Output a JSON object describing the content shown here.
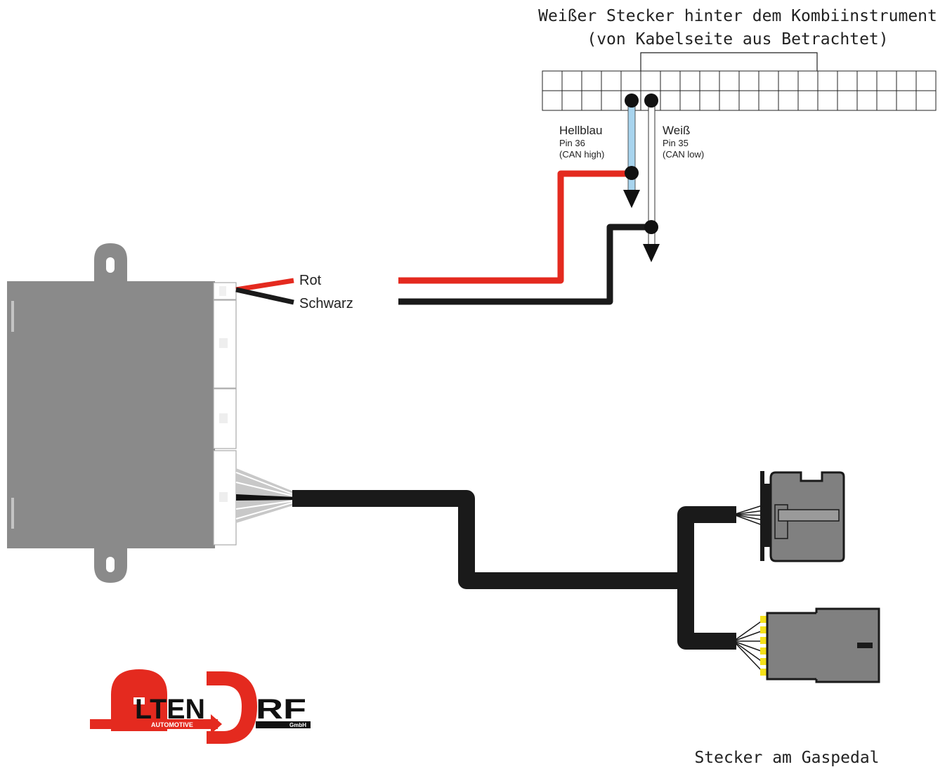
{
  "connector": {
    "title_line1": "Weißer Stecker hinter dem Kombiinstrument",
    "title_line2": "(von Kabelseite aus Betrachtet)",
    "pins_per_row": 20,
    "rows": 2
  },
  "wires": {
    "blue": {
      "name": "Hellblau",
      "pin": "Pin 36",
      "signal": "(CAN high)",
      "color": "#a8d4ee"
    },
    "white": {
      "name": "Weiß",
      "pin": "Pin 35",
      "signal": "(CAN low)",
      "color": "#ffffff"
    },
    "red": {
      "name": "Rot",
      "color": "#e42a1f"
    },
    "black": {
      "name": "Schwarz",
      "color": "#1a1a1a"
    }
  },
  "module": {
    "color": "#8a8a8a"
  },
  "pedal": {
    "label": "Stecker am Gaspedal",
    "connector_color": "#808080",
    "pin_color": "#f5e11a"
  },
  "logo": {
    "text_left": "LTEN",
    "text_right": "RF",
    "subtitle": "AUTOMOTIVE",
    "gmbh": "GmbH",
    "color": "#e42a1f"
  }
}
